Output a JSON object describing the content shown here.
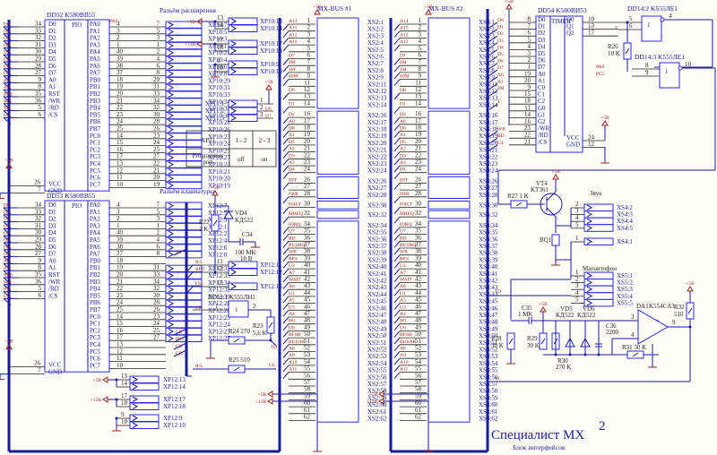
{
  "title": {
    "main": "Специалист  MX",
    "sup": "2",
    "subtitle": "Блок интерфейсов"
  },
  "colors": {
    "wire": "#1a1aa0",
    "component": "#2a2ae0",
    "signal_label": "#a0201a",
    "pin_text": "#222222",
    "background": "#fffdf8"
  },
  "chips": {
    "dd52": {
      "name": "DD52  K580BB55",
      "type": "PIO",
      "connector_title": "Разъём расширения"
    },
    "dd53": {
      "name": "DD53  K580BB55",
      "type": "PIO",
      "connector_title": "Разъём клавиатуры"
    },
    "dd54": {
      "name": "DD54  K580BИ53",
      "type": "TIMER"
    },
    "dd14_2": {
      "name": "DD14:2   K555ЛЕ1",
      "pins": [
        "5",
        "6",
        "4"
      ],
      "symbol": "1"
    },
    "dd14_3": {
      "name": "DD14:3   K555ЛЕ1",
      "pins": [
        "8",
        "9",
        "10"
      ],
      "symbol": "1"
    },
    "dd11_1": {
      "name": "DD11:1   K555ЛН1",
      "pins": [
        "1",
        "2"
      ],
      "symbol": "1"
    },
    "da1": {
      "name": "DA1",
      "part": "K554CA3",
      "pins": [
        "3",
        "4",
        "9"
      ]
    }
  },
  "pio_left_signals": [
    "D0",
    "D1",
    "D2",
    "D3",
    "D4",
    "D5",
    "D6",
    "D7",
    "A0",
    "A1",
    "RES",
    "WR",
    "RD",
    "U6"
  ],
  "pio_left_pins": [
    "34",
    "33",
    "32",
    "31",
    "30",
    "29",
    "28",
    "27",
    "9",
    "8",
    "35",
    "36",
    "5",
    "6"
  ],
  "pio_left_names": [
    "D0",
    "D1",
    "D2",
    "D3",
    "D4",
    "D5",
    "D6",
    "D7",
    "A0",
    "A1",
    "RST",
    "/WR",
    "/RD",
    "/CS"
  ],
  "pio_right_names": [
    "PA0",
    "PA1",
    "PA2",
    "PA3",
    "PA4",
    "PA5",
    "PA6",
    "PA7",
    "PB0",
    "PB1",
    "PB2",
    "PB3",
    "PB4",
    "PB5",
    "PB6",
    "PB7",
    "PC0",
    "PC1",
    "PC2",
    "PC3",
    "PC4",
    "PC5",
    "PC6",
    "PC7"
  ],
  "pio_right_pins": [
    "4",
    "3",
    "2",
    "1",
    "40",
    "39",
    "38",
    "37",
    "18",
    "19",
    "20",
    "21",
    "22",
    "23",
    "24",
    "25",
    "14",
    "15",
    "16",
    "17",
    "13",
    "12",
    "11",
    "10"
  ],
  "pio_power": {
    "vcc_pin": "26",
    "gnd_pin": "7",
    "vcc": "VCC",
    "gnd": "GND",
    "supply": "+5B"
  },
  "dd52_conn_pins": [
    "7",
    "5",
    "3",
    "1",
    "2",
    "4",
    "6",
    "8",
    "29",
    "31",
    "33",
    "34",
    "32",
    "30",
    "28",
    "26",
    "23",
    "24",
    "25",
    "27",
    "22",
    "21",
    "20",
    "19"
  ],
  "dd52_conn_labels": [
    "XP10:7",
    "XP10:5",
    "XP10:3",
    "XP10:1",
    "XP10:2",
    "XP10:4",
    "XP10:6",
    "XP10:8",
    "XP10:29",
    "XP10:31",
    "XP10:33",
    "XP10:34",
    "XP10:32",
    "XP10:30",
    "XP10:28",
    "XP10:26",
    "XP10:23",
    "XP10:24",
    "XP10:25",
    "XP10:27",
    "XP10:22",
    "XP10:21",
    "XP10:20",
    "XP10:19"
  ],
  "dd52_pa0_label": "PA0",
  "xp10_power": [
    {
      "supply": "+5B",
      "pins": [
        "13",
        "14"
      ],
      "labels": [
        "XP10:13",
        "XP10:14"
      ]
    },
    {
      "supply": "+12B",
      "pins": [
        "17",
        "18"
      ],
      "labels": [
        "XP10:17",
        "XP10:18"
      ]
    },
    {
      "supply": "GND",
      "pins": [
        "9",
        "10"
      ],
      "labels": [
        "XP10:9",
        "XP10:10"
      ]
    }
  ],
  "xp11": {
    "labels": [
      "XP11:1",
      "XP11:2",
      "XP11:3"
    ],
    "pins": [
      "1",
      "2",
      "3"
    ],
    "signals": [
      "",
      "U6",
      "U7"
    ],
    "supply": "+5B"
  },
  "xp11_table": {
    "headers": [
      "XP11",
      "1 - 2",
      "2 - 3"
    ],
    "row": [
      "Programmer port",
      "off",
      "on"
    ]
  },
  "dd53_conn_pins": [
    "7",
    "5",
    "3",
    "1",
    "2",
    "4",
    "6",
    "8",
    "",
    "31",
    "33",
    "34",
    "32",
    "30",
    "28",
    "26",
    "23",
    "24",
    "25",
    "27"
  ],
  "dd53_conn_labels": [
    "XP12:7",
    "XP12:5",
    "XP12:3",
    "XP12:1",
    "XP12:2",
    "XP12:4",
    "XP12:6",
    "XP12:8",
    "",
    "XP12:31",
    "XP12:33",
    "XP12:34",
    "XP12:32",
    "XP12:30",
    "XP12:28",
    "XP12:26",
    "XP12:23",
    "XP12:24",
    "XP12:25",
    "XP12:27"
  ],
  "dd53_out_signals": {
    "pb0": "T0",
    "pc4": "CB",
    "pc5": "PC5",
    "pc6": "CG",
    "pc7": "CR"
  },
  "xp12_power": [
    {
      "supply": "+5B",
      "pins": [
        "13",
        "14"
      ],
      "labels": [
        "XP12:13",
        "XP12:14"
      ]
    },
    {
      "supply": "+12B",
      "pins": [
        "17",
        "18"
      ],
      "labels": [
        "XP12:17",
        "XP12:18"
      ]
    },
    {
      "supply": "GND",
      "pins": [
        "9",
        "10"
      ],
      "labels": [
        "XP12:9",
        "XP12:10"
      ]
    }
  ],
  "video_block": {
    "supply": "+5B",
    "r22": [
      "R22",
      "2 K"
    ],
    "vd4": [
      "VD4",
      "KД522"
    ],
    "c34": [
      "C34",
      "100 MK",
      "10 B"
    ],
    "xp12_rows": [
      {
        "signal": "R/L",
        "pin": "11",
        "label": "XP12:11"
      },
      {
        "signal": "RBT",
        "pin": "12",
        "label": "XP12:12"
      },
      {
        "signal": "FSL",
        "pin": "15",
        "label": "XP12:15"
      }
    ],
    "cr_signal": "CR",
    "r23": [
      "R23",
      "5,6 K"
    ],
    "r24": [
      "R24",
      "270"
    ],
    "r25": [
      "R25",
      "510"
    ],
    "out_signals": [
      "TO",
      "CG"
    ],
    "rl_signal": "R/L"
  },
  "mxbus": [
    {
      "title": "MX-BUS #1",
      "prefix": "XS2"
    },
    {
      "title": "MX-BUS #2",
      "prefix": "XS3"
    }
  ],
  "mxbus_groups": [
    {
      "pins": [
        "1",
        "2",
        "3",
        "4",
        "5",
        "6",
        "7",
        "8",
        "9",
        "11",
        "12",
        "13",
        "14"
      ],
      "signals": [
        "A14",
        "A15",
        "A12",
        "A13",
        "",
        "D7",
        "4M",
        "1M",
        "40M",
        "",
        "D0",
        "",
        "D1"
      ]
    },
    {
      "pins": [
        "16",
        "17",
        "18",
        "19",
        "20",
        "21",
        "22",
        "23",
        "24"
      ],
      "signals": [
        "D2",
        "A0",
        "D6",
        "A1",
        "D5",
        "A2",
        "D3",
        "A3",
        "D4"
      ]
    },
    {
      "pins": [
        "26",
        "27",
        "28"
      ],
      "signals": [
        "INT",
        "",
        "NMI"
      ]
    },
    {
      "pins": [
        "30"
      ],
      "signals": [
        "HALT"
      ]
    },
    {
      "pins": [
        "32"
      ],
      "signals": [
        "MREQ"
      ]
    },
    {
      "pins": [
        "34",
        "35",
        "36",
        "37",
        "38",
        "39",
        "40",
        "41",
        "42",
        "43",
        "44",
        "45",
        "46",
        "47",
        "48",
        "49",
        "50",
        "51",
        "52",
        "53",
        "54",
        "55",
        "56",
        "57",
        "58",
        "59",
        "60",
        "61",
        "62"
      ],
      "signals": [
        "IORQ",
        "U7",
        "RD",
        "BUSRQ",
        "WR",
        "RES",
        "U2",
        "A7",
        "WAIT",
        "A6",
        "U1",
        "A5",
        "U3",
        "A4",
        "M1",
        "U0",
        "RFSH",
        "BUSAK",
        "A8",
        "A9",
        "A10",
        "A11",
        "",
        "",
        "",
        "",
        "",
        "",
        ""
      ]
    }
  ],
  "mxbus_power": [
    {
      "supply": "+5B",
      "pin": "57"
    },
    {
      "supply": "+12B",
      "pin": "58"
    }
  ],
  "timer": {
    "left_pins": [
      "8",
      "7",
      "6",
      "5",
      "4",
      "3",
      "2",
      "1",
      "19",
      "20",
      "9",
      "15",
      "18",
      "11",
      "14",
      "16",
      "23",
      "22",
      "21"
    ],
    "left_names": [
      "D0",
      "D1",
      "D2",
      "D3",
      "D4",
      "D5",
      "D6",
      "D7",
      "A0",
      "A1",
      "C0",
      "C1",
      "C2",
      "G0",
      "G1",
      "G2",
      "/WR",
      "/RD",
      "/CS"
    ],
    "signals": [
      "D0",
      "D1",
      "D2",
      "D3",
      "D4",
      "D5",
      "D6",
      "D7",
      "A0",
      "A1",
      "2M",
      "",
      "T",
      "",
      "",
      "",
      "WR",
      "RD",
      "U4"
    ],
    "outputs": [
      {
        "name": "Q0",
        "pin": "10"
      },
      {
        "name": "Q1",
        "pin": "13"
      },
      {
        "name": "Q2",
        "pin": "17"
      }
    ],
    "power": [
      {
        "name": "VCC",
        "pin": "24"
      },
      {
        "name": "GND",
        "pin": "12"
      }
    ],
    "out_signal": "T",
    "supply": "+5B"
  },
  "r26": [
    "R26",
    "10 K"
  ],
  "gate_inputs": [
    "PA0",
    "PC5"
  ],
  "sound": {
    "vt4": [
      "VT4",
      "KT361"
    ],
    "r27": "R27 1 K",
    "supply": "+5B",
    "title": "Звук",
    "bq": "BQ1",
    "rows": [
      {
        "pin": "2",
        "label": "XS4:2"
      },
      {
        "pin": "3",
        "label": "XS4:3"
      },
      {
        "pin": "4",
        "label": "XS4:4"
      },
      {
        "pin": "5",
        "label": "XS4:5"
      },
      {
        "pin": "1",
        "label": "XS4:1"
      }
    ]
  },
  "tape": {
    "title": "Магнитофон",
    "rows": [
      {
        "pin": "1",
        "label": "XS5:1"
      },
      {
        "pin": "2",
        "label": "XS5:2"
      },
      {
        "pin": "3",
        "label": "XS5:3"
      },
      {
        "pin": "4",
        "label": "XS5:4"
      },
      {
        "pin": "5",
        "label": "XS5:5"
      }
    ],
    "to_signal": "TO",
    "ti_signal": "TI",
    "c35": [
      "C35",
      "1 MK"
    ],
    "vd5": [
      "VD5",
      "KД522"
    ],
    "vd6": [
      "VD6",
      "KД522"
    ],
    "c36": [
      "C36",
      "2200"
    ],
    "r28": [
      "R28",
      "30 K"
    ],
    "r29": [
      "R29",
      "30 K"
    ],
    "r30": [
      "R30",
      "270 K"
    ],
    "r31": [
      "R31",
      "30 K"
    ],
    "r32": [
      "R32",
      "510"
    ],
    "supply": "+5B"
  }
}
